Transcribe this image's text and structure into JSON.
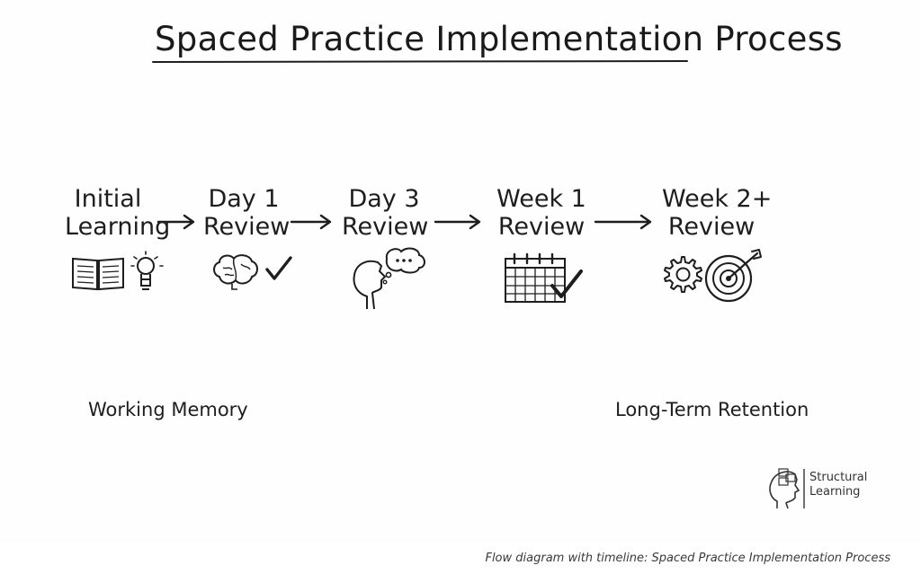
{
  "title": "Spaced Practice Implementation Process",
  "steps": [
    {
      "line1": "Initial",
      "line2": "Learning",
      "icons": [
        "open-book-icon",
        "lightbulb-icon"
      ]
    },
    {
      "line1": "Day 1",
      "line2": "Review",
      "icons": [
        "brain-icon",
        "checkmark-icon"
      ]
    },
    {
      "line1": "Day 3",
      "line2": "Review",
      "icons": [
        "head-thought-bubble-icon"
      ]
    },
    {
      "line1": "Week 1",
      "line2": "Review",
      "icons": [
        "calendar-check-icon"
      ]
    },
    {
      "line1": "Week 2+",
      "line2": "Review",
      "icons": [
        "gear-icon",
        "target-arrow-icon"
      ]
    }
  ],
  "timeline": {
    "start_label": "Working Memory",
    "end_label": "Long-Term Retention"
  },
  "logo": {
    "line1": "Structural",
    "line2": "Learning"
  },
  "caption": "Flow diagram with timeline: Spaced Practice Implementation Process",
  "colors": {
    "ink": "#1e1e1e",
    "background": "#ffffff"
  }
}
